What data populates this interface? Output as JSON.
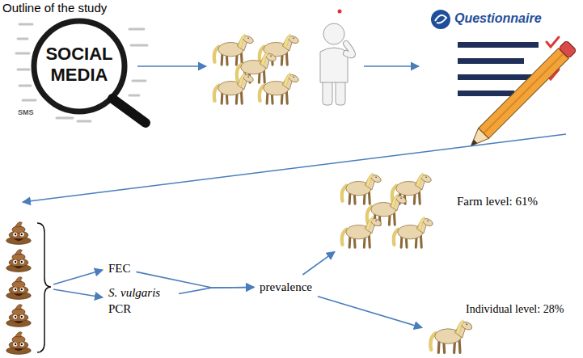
{
  "diagram": {
    "title": "Outline of the study",
    "nodes": [
      {
        "text": [
          "SOCIAL MEDIA",
          "SMS"
        ]
      },
      {
        "text": [
          "Questionnaire"
        ]
      },
      {
        "text": [
          "FEC"
        ]
      },
      {
        "text": [
          "S. vulgaris PCR"
        ]
      },
      {
        "text": [
          "prevalence"
        ]
      },
      {
        "text": [
          "Farm level: 61%"
        ]
      },
      {
        "text": [
          "Individual level: 28%"
        ]
      }
    ],
    "edges": [
      {
        "from": 2,
        "to": 4,
        "arrow": "to"
      },
      {
        "from": 3,
        "to": 4,
        "arrow": "to"
      },
      {
        "from": 4,
        "to": 5,
        "arrow": "to"
      },
      {
        "from": 4,
        "to": 6,
        "arrow": "to"
      }
    ]
  }
}
